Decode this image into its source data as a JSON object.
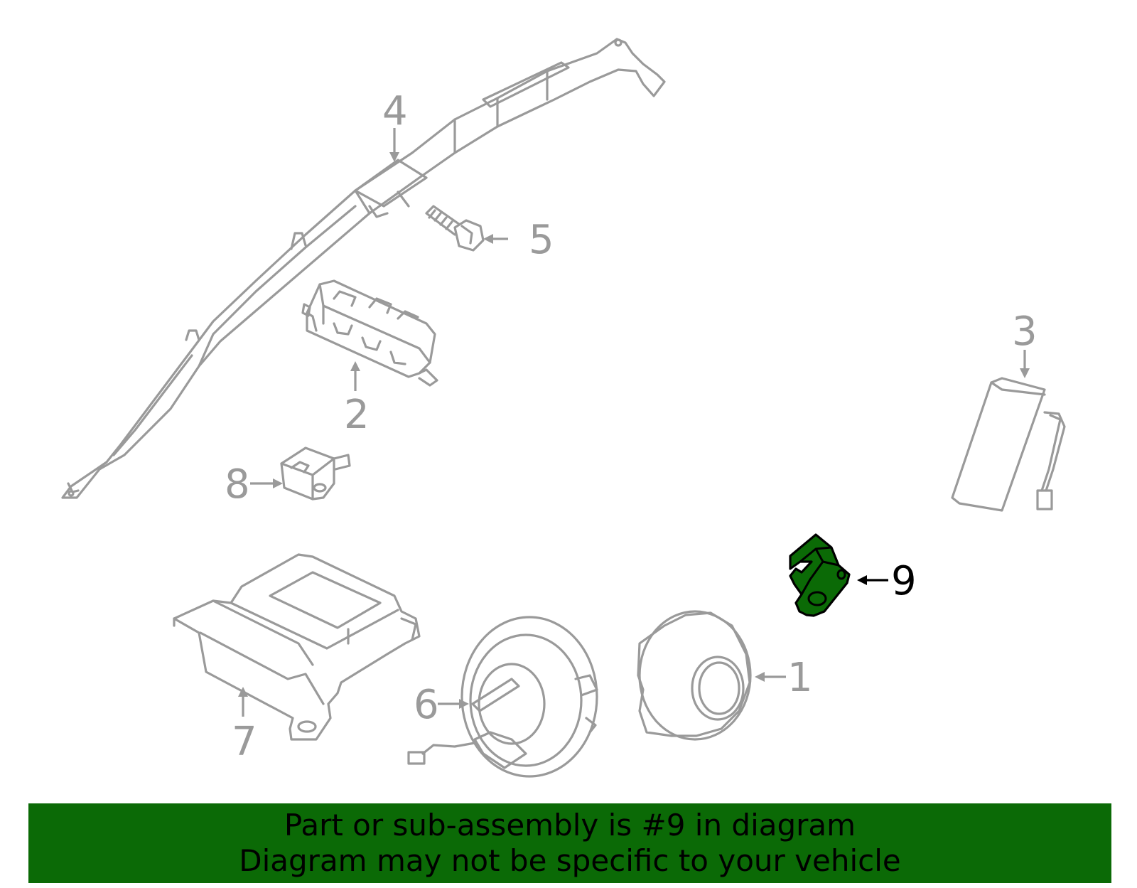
{
  "diagram": {
    "highlighted_part": "9",
    "highlight_color": "#0b6a06",
    "line_color": "#9a9a9a",
    "callouts": [
      {
        "id": "c1",
        "label": "1"
      },
      {
        "id": "c2",
        "label": "2"
      },
      {
        "id": "c3",
        "label": "3"
      },
      {
        "id": "c4",
        "label": "4"
      },
      {
        "id": "c5",
        "label": "5"
      },
      {
        "id": "c6",
        "label": "6"
      },
      {
        "id": "c7",
        "label": "7"
      },
      {
        "id": "c8",
        "label": "8"
      },
      {
        "id": "c9",
        "label": "9"
      }
    ]
  },
  "banner": {
    "line1": "Part or sub-assembly is #9 in diagram",
    "line2": "Diagram may not be specific to your vehicle",
    "background": "#0b6a06"
  }
}
